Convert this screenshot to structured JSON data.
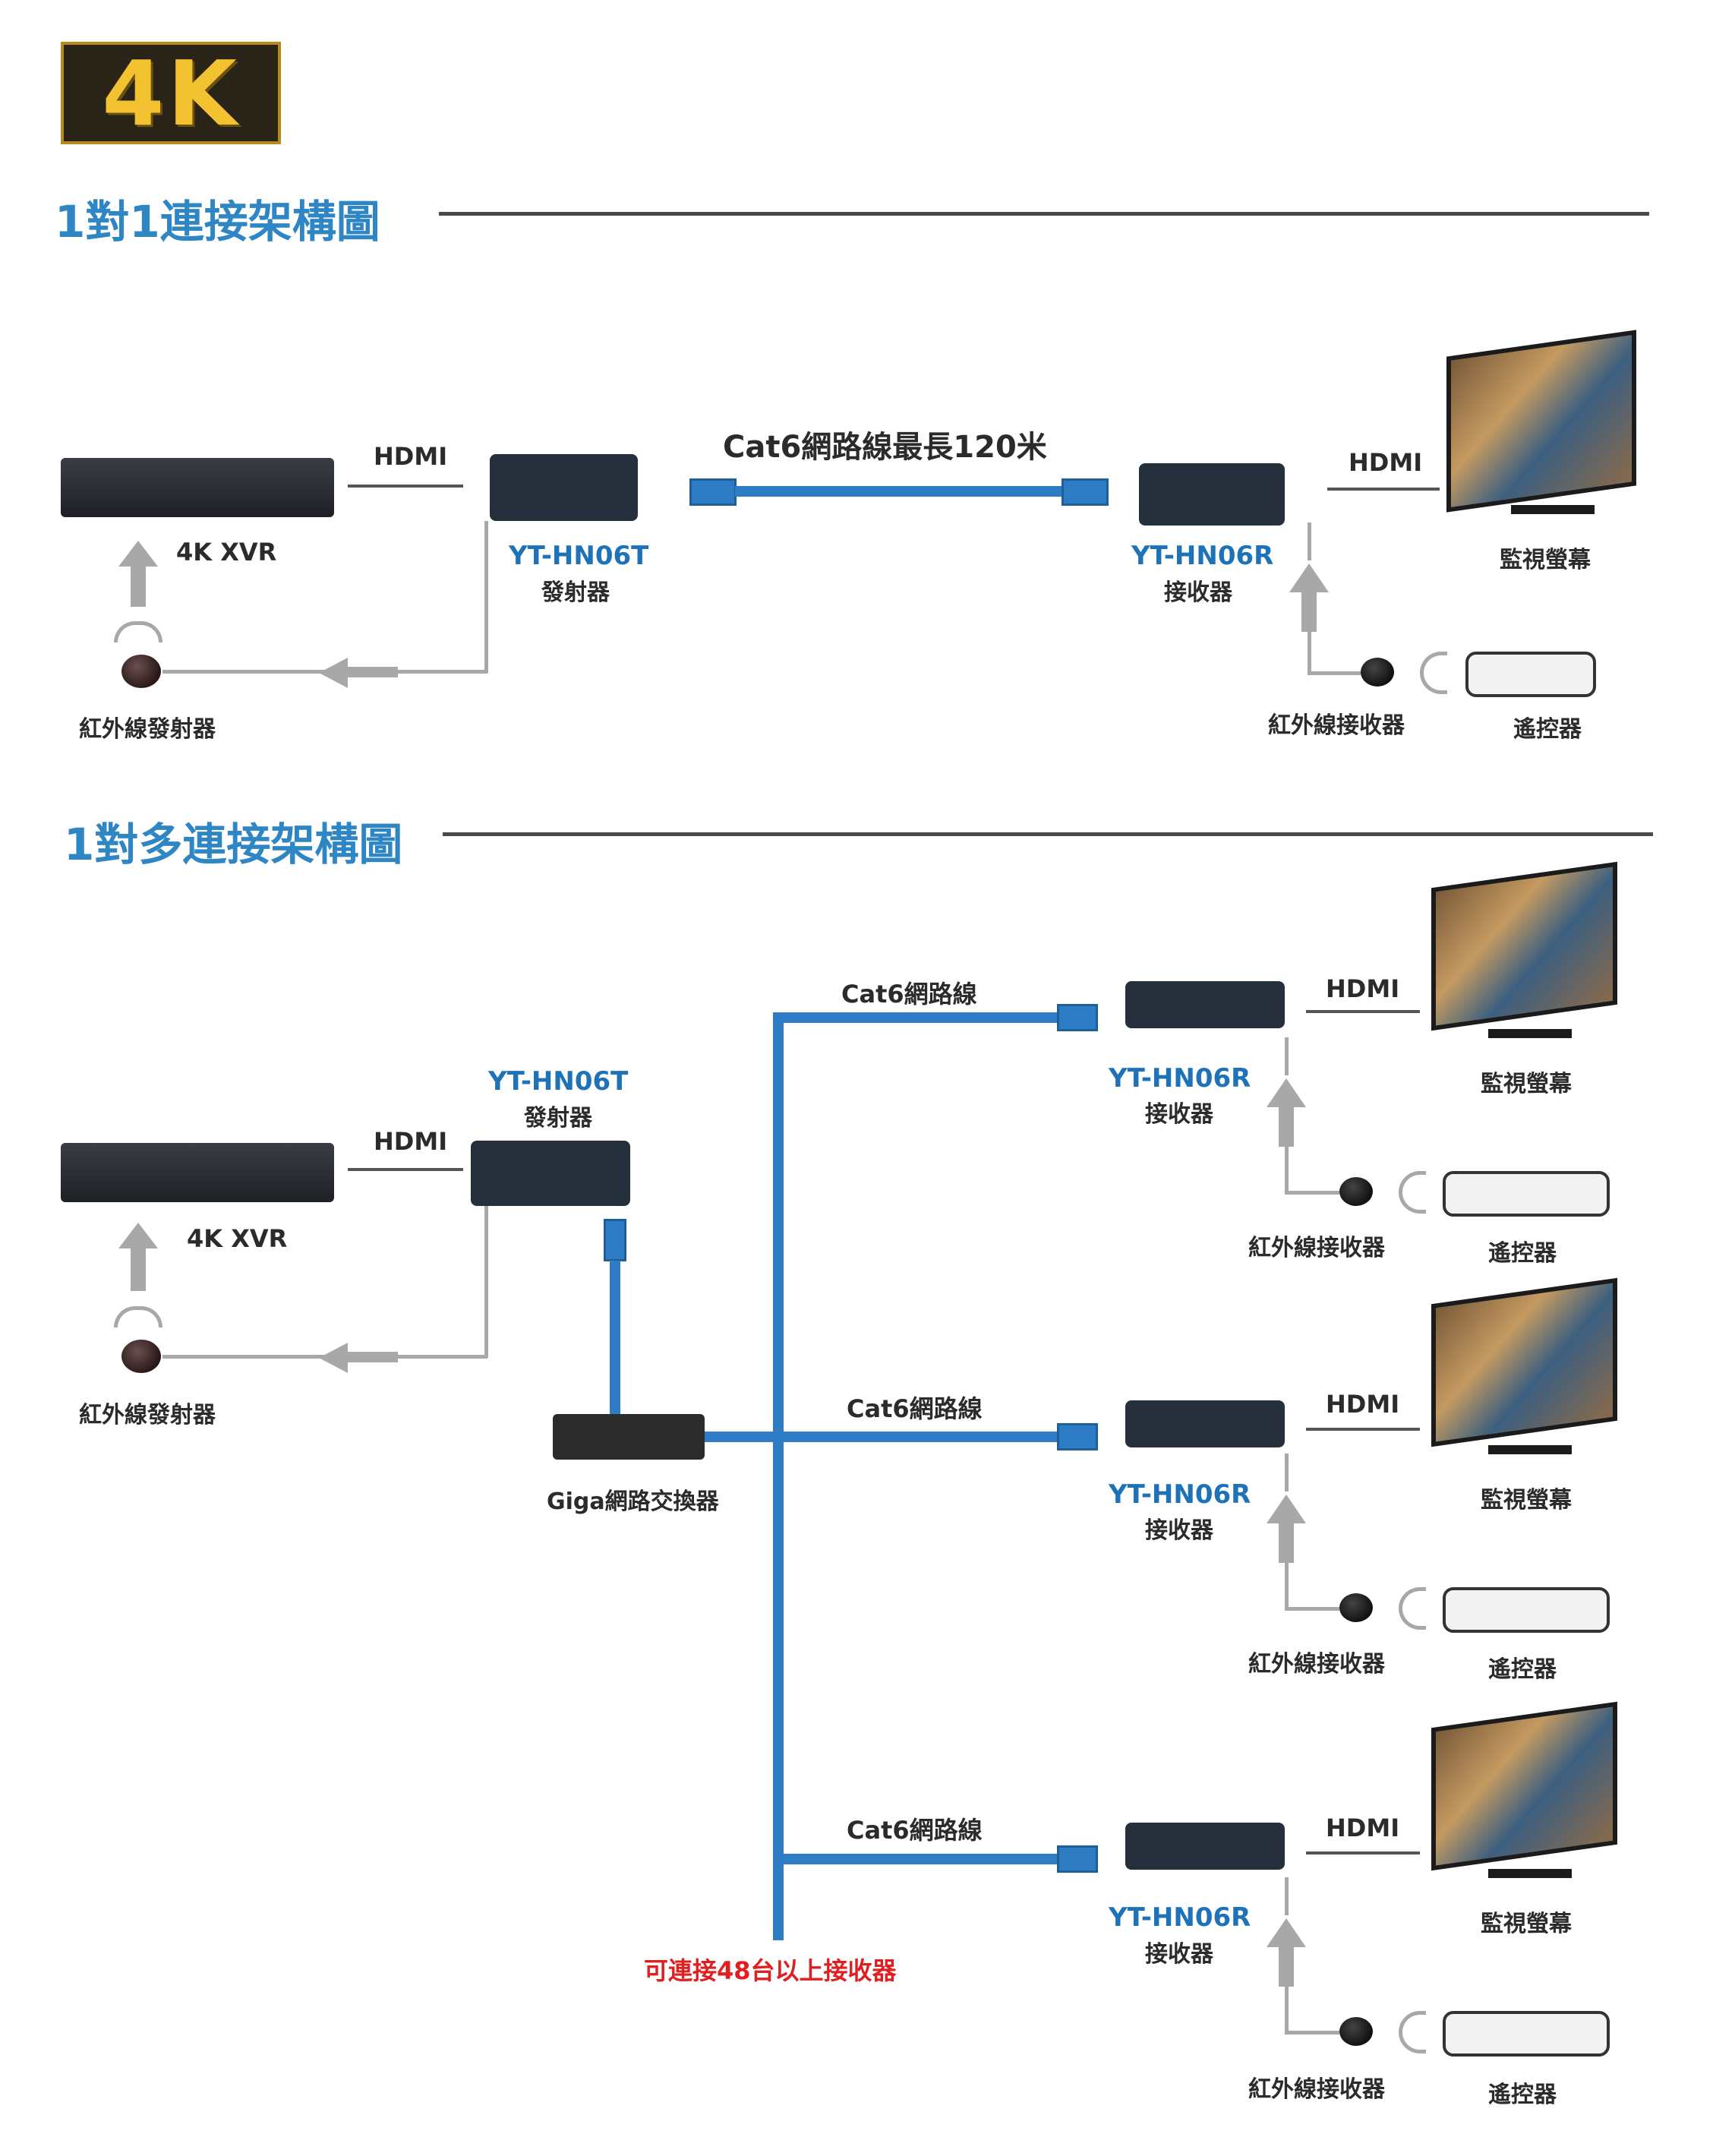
{
  "logo": {
    "text": "4K"
  },
  "section1": {
    "title": "1對1連接架構圖",
    "labels": {
      "hdmi_left": "HDMI",
      "cable": "Cat6網路線最長120米",
      "hdmi_right": "HDMI",
      "xvr": "4K  XVR",
      "tx_model": "YT-HN06T",
      "tx_name": "發射器",
      "rx_model": "YT-HN06R",
      "rx_name": "接收器",
      "monitor": "監視螢幕",
      "ir_tx": "紅外線發射器",
      "ir_rx": "紅外線接收器",
      "remote": "遙控器"
    }
  },
  "section2": {
    "title": "1對多連接架構圖",
    "labels": {
      "tx_model": "YT-HN06T",
      "tx_name": "發射器",
      "hdmi_left": "HDMI",
      "xvr": "4K  XVR",
      "ir_tx": "紅外線發射器",
      "switch": "Giga網路交換器",
      "more": "可連接48台以上接收器"
    },
    "receivers": [
      {
        "cable": "Cat6網路線",
        "hdmi": "HDMI",
        "model": "YT-HN06R",
        "name": "接收器",
        "monitor": "監視螢幕",
        "ir_rx": "紅外線接收器",
        "remote": "遙控器"
      },
      {
        "cable": "Cat6網路線",
        "hdmi": "HDMI",
        "model": "YT-HN06R",
        "name": "接收器",
        "monitor": "監視螢幕",
        "ir_rx": "紅外線接收器",
        "remote": "遙控器"
      },
      {
        "cable": "Cat6網路線",
        "hdmi": "HDMI",
        "model": "YT-HN06R",
        "name": "接收器",
        "monitor": "監視螢幕",
        "ir_rx": "紅外線接收器",
        "remote": "遙控器"
      }
    ]
  },
  "colors": {
    "title_blue": "#2f86c4",
    "model_blue": "#1e72b8",
    "cable_blue": "#2e7dc4",
    "note_red": "#e02020",
    "logo_gold": "#f2c230"
  }
}
